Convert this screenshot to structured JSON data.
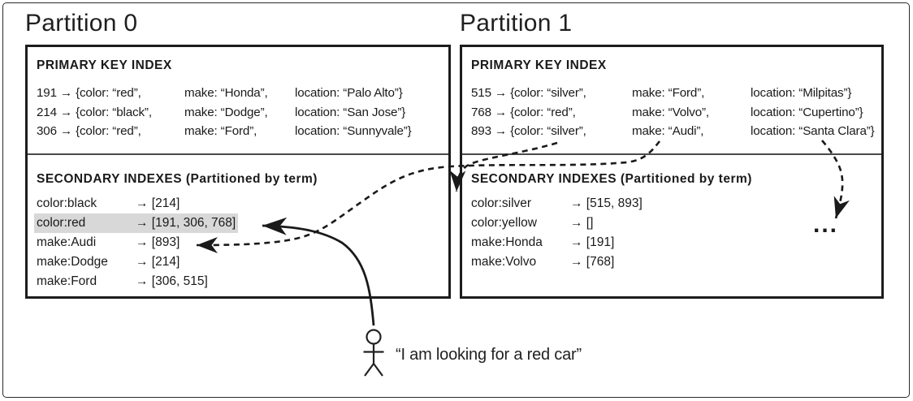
{
  "canvas": {
    "background": "#ffffff",
    "stroke_color": "#1d1d1d",
    "highlight_color": "#d8d8d8"
  },
  "partitions": [
    {
      "title": "Partition 0",
      "primary": {
        "heading": "PRIMARY KEY INDEX",
        "rows": [
          {
            "key": "191 → {color: “red”,",
            "make": "make: “Honda”,",
            "location": "location: “Palo Alto”}"
          },
          {
            "key": "214 → {color: “black”,",
            "make": "make: “Dodge”,",
            "location": "location: “San Jose”}"
          },
          {
            "key": "306 → {color: “red”,",
            "make": "make: “Ford”,",
            "location": "location: “Sunnyvale”}"
          }
        ]
      },
      "secondary": {
        "heading": "SECONDARY INDEXES (Partitioned by term)",
        "rows": [
          {
            "term": "color:black",
            "value": "→ [214]"
          },
          {
            "term": "color:red",
            "value": "→ [191, 306, 768]",
            "highlighted": true
          },
          {
            "term": "make:Audi",
            "value": "→ [893]"
          },
          {
            "term": "make:Dodge",
            "value": "→ [214]"
          },
          {
            "term": "make:Ford",
            "value": "→ [306, 515]"
          }
        ]
      }
    },
    {
      "title": "Partition 1",
      "primary": {
        "heading": "PRIMARY KEY INDEX",
        "rows": [
          {
            "key": "515 → {color: “silver”,",
            "make": "make: “Ford”,",
            "location": "location: “Milpitas”}"
          },
          {
            "key": "768 → {color: “red”,",
            "make": "make: “Volvo”,",
            "location": "location: “Cupertino”}"
          },
          {
            "key": "893 → {color: “silver”,",
            "make": "make: “Audi”,",
            "location": "location: “Santa Clara”}"
          }
        ]
      },
      "secondary": {
        "heading": "SECONDARY INDEXES (Partitioned by term)",
        "rows": [
          {
            "term": "color:silver",
            "value": "→ [515, 893]"
          },
          {
            "term": "color:yellow",
            "value": "→ []"
          },
          {
            "term": "make:Honda",
            "value": "→ [191]"
          },
          {
            "term": "make:Volvo",
            "value": "→ [768]"
          }
        ]
      }
    }
  ],
  "annotations": {
    "query_quote": "“I am looking for a red car”",
    "other_partitions_ellipsis": "..."
  }
}
